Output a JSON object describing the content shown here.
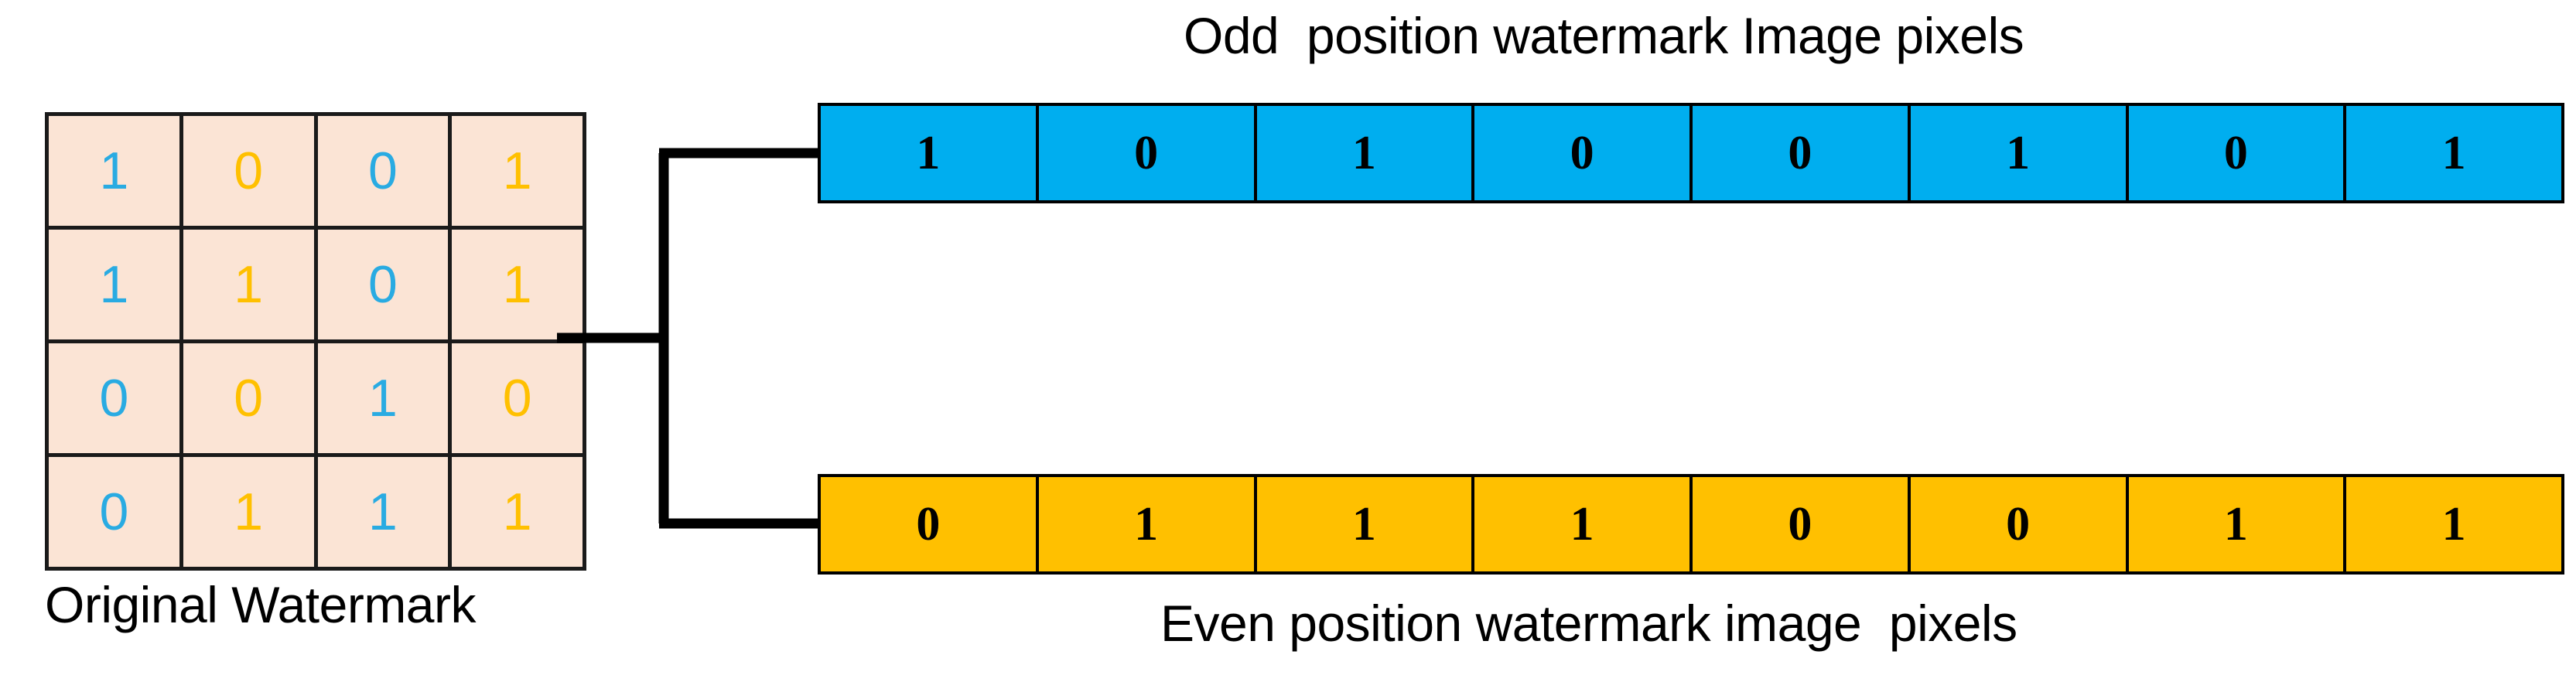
{
  "diagram": {
    "title_odd": "Odd  position watermark Image pixels",
    "title_even": "Even position watermark image  pixels",
    "original_label": "Original Watermark",
    "colors": {
      "odd_bar_fill": "#00AEEF",
      "even_bar_fill": "#FFC000",
      "matrix_fill": "#FBE4D5",
      "matrix_digit_blue": "#29ABE2",
      "matrix_digit_orange": "#FFC000",
      "stroke": "#000000"
    }
  },
  "matrix": {
    "rows": 4,
    "cols": 4,
    "cells": [
      [
        {
          "value": "1",
          "color": "blue"
        },
        {
          "value": "0",
          "color": "orange"
        },
        {
          "value": "0",
          "color": "blue"
        },
        {
          "value": "1",
          "color": "orange"
        }
      ],
      [
        {
          "value": "1",
          "color": "blue"
        },
        {
          "value": "1",
          "color": "orange"
        },
        {
          "value": "0",
          "color": "blue"
        },
        {
          "value": "1",
          "color": "orange"
        }
      ],
      [
        {
          "value": "0",
          "color": "blue"
        },
        {
          "value": "0",
          "color": "orange"
        },
        {
          "value": "1",
          "color": "blue"
        },
        {
          "value": "0",
          "color": "orange"
        }
      ],
      [
        {
          "value": "0",
          "color": "blue"
        },
        {
          "value": "1",
          "color": "orange"
        },
        {
          "value": "1",
          "color": "blue"
        },
        {
          "value": "1",
          "color": "orange"
        }
      ]
    ]
  },
  "odd_bar": {
    "values": [
      "1",
      "0",
      "1",
      "0",
      "0",
      "1",
      "0",
      "1"
    ]
  },
  "even_bar": {
    "values": [
      "0",
      "1",
      "1",
      "1",
      "0",
      "0",
      "1",
      "1"
    ]
  }
}
